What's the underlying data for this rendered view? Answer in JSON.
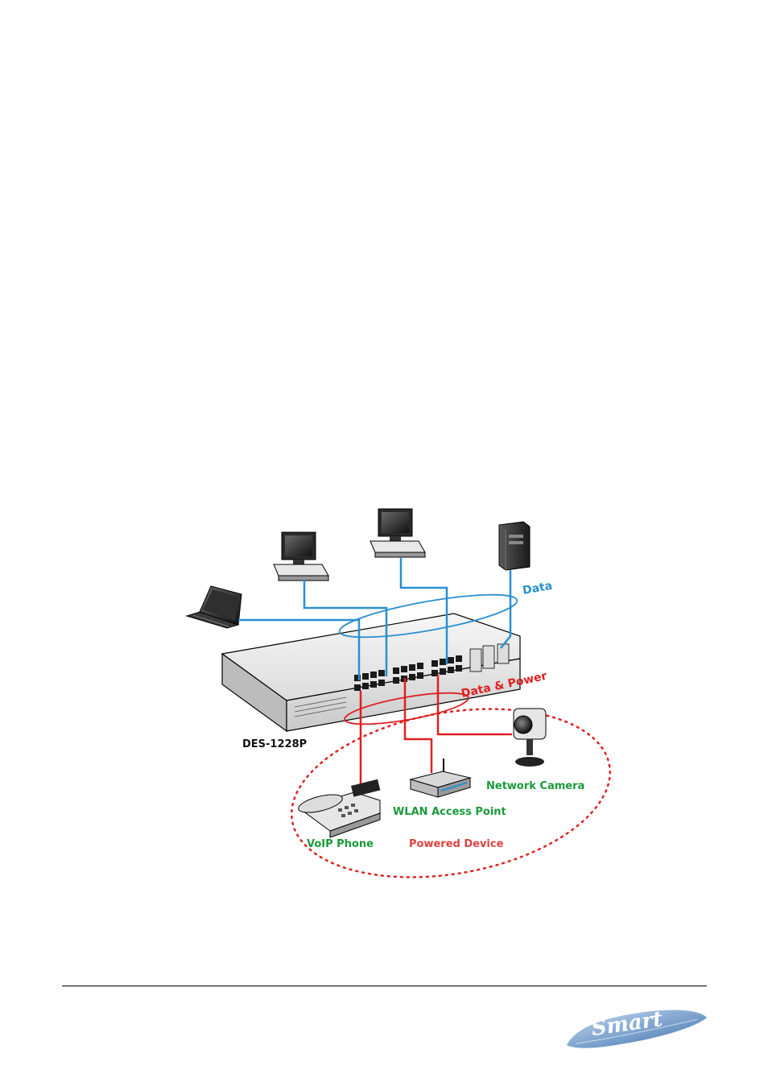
{
  "diagram": {
    "switch_label": "DES-1228P",
    "data_label": "Data",
    "data_power_label": "Data & Power",
    "powered_device_label": "Powered Device",
    "voip_label": "VoIP Phone",
    "wlan_label": "WLAN Access Point",
    "camera_label": "Network Camera"
  },
  "colors": {
    "data_line": "#2a8fd0",
    "power_line": "#e02020",
    "device_label": "#1a9a3a",
    "powered_label": "#e04040"
  },
  "footer": {
    "logo_text": "Smart"
  }
}
